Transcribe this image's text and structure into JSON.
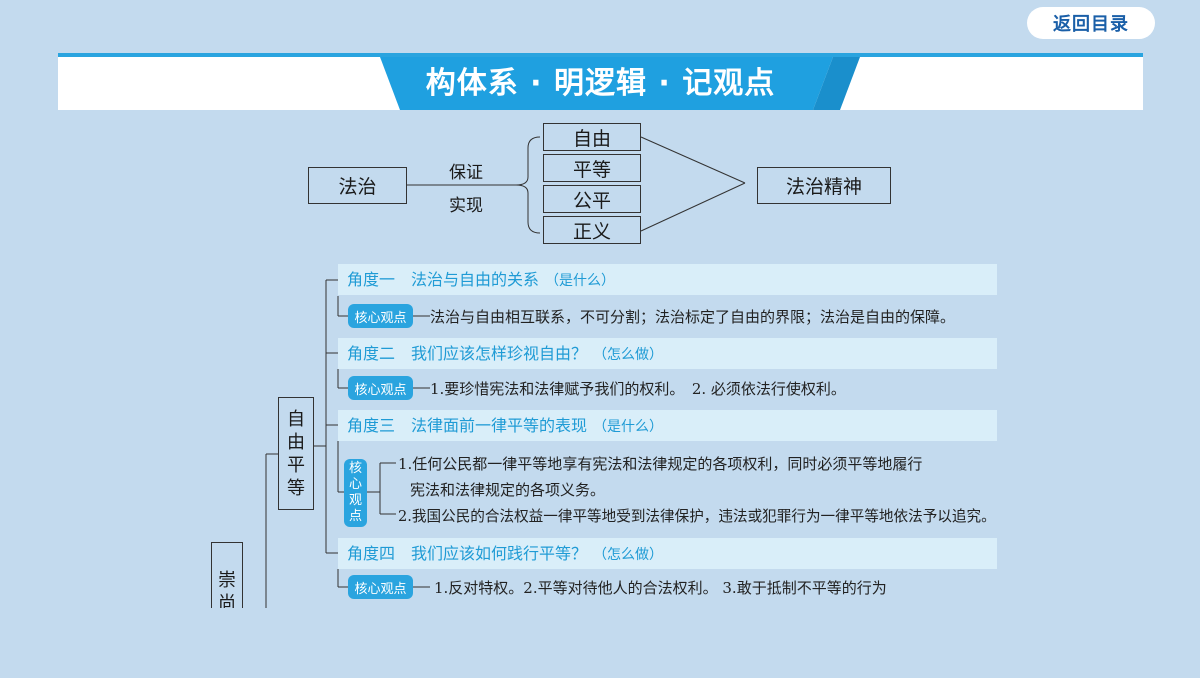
{
  "nav": {
    "back_label": "返回目录"
  },
  "banner": {
    "title": "构体系 · 明逻辑 · 记观点"
  },
  "diagram": {
    "left": "法治",
    "connector_top": "保证",
    "connector_bottom": "实现",
    "values": [
      "自由",
      "平等",
      "公平",
      "正义"
    ],
    "result": "法治精神"
  },
  "mindmap": {
    "root": "崇尚",
    "branch": "自由平等",
    "core_label": "核心观点",
    "core_label_vertical": "核心观点",
    "angles": [
      {
        "title": "角度一　法治与自由的关系",
        "tag": "（是什么）",
        "core": "法治与自由相互联系，不可分割；法治标定了自由的界限；法治是自由的保障。"
      },
      {
        "title": "角度二　我们应该怎样珍视自由？",
        "tag": "（怎么做）",
        "core": "1.要珍惜宪法和法律赋予我们的权利。　2. 必须依法行使权利。"
      },
      {
        "title": "角度三　法律面前一律平等的表现",
        "tag": "（是什么）",
        "core_items": [
          "1.任何公民都一律平等地享有宪法和法律规定的各项权利，同时必须平等地履行",
          "宪法和法律规定的各项义务。",
          "2.我国公民的合法权益一律平等地受到法律保护，违法或犯罪行为一律平等地依法予以追究。"
        ]
      },
      {
        "title": "角度四　我们应该如何践行平等？",
        "tag": "（怎么做）",
        "core": "1.反对特权。2.平等对待他人的合法权利。 3.敢于抵制不平等的行为"
      }
    ]
  },
  "colors": {
    "background": "#c3daee",
    "accent": "#2aa4df",
    "angle_bg": "#d9eef9",
    "angle_text": "#1f9bd5"
  }
}
